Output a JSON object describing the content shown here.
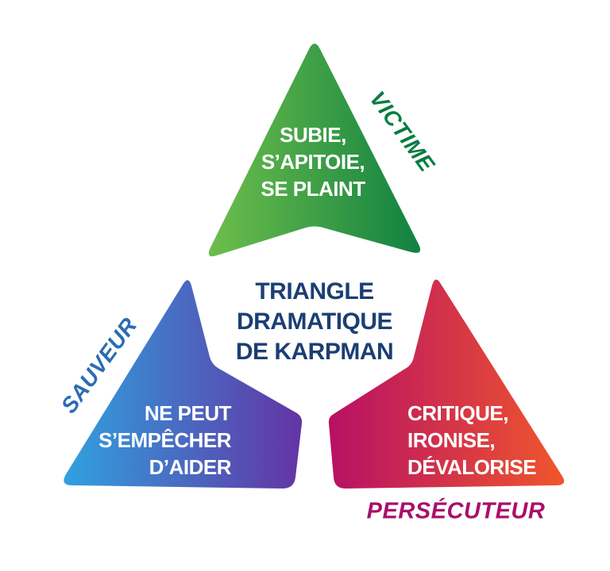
{
  "diagram": {
    "title": {
      "lines": [
        "TRIANGLE",
        "DRAMATIQUE",
        "DE KARPMAN"
      ]
    },
    "roles": {
      "victim": {
        "label": "VICTIME",
        "traits": [
          "SUBIE,",
          "S’APITOIE,",
          "SE PLAINT"
        ]
      },
      "rescuer": {
        "label": "SAUVEUR",
        "traits": [
          "NE PEUT",
          "S’EMPÊCHER",
          "D’AIDER"
        ]
      },
      "persecutor": {
        "label": "PERSÉCUTEUR",
        "traits": [
          "CRITIQUE,",
          "IRONISE,",
          "DÉVALORISE"
        ]
      }
    },
    "colors": {
      "victim_gradient_start": "#72c14c",
      "victim_gradient_end": "#0d7f41",
      "victim_label": "#077d41",
      "rescuer_gradient_start": "#2fa3e0",
      "rescuer_gradient_end": "#6432a3",
      "rescuer_label": "#2a6cb4",
      "persecutor_gradient_start": "#b60f66",
      "persecutor_gradient_end": "#f1592a",
      "persecutor_label": "#a8106b",
      "title_text": "#1c3e74",
      "trait_text": "#ffffff"
    }
  }
}
